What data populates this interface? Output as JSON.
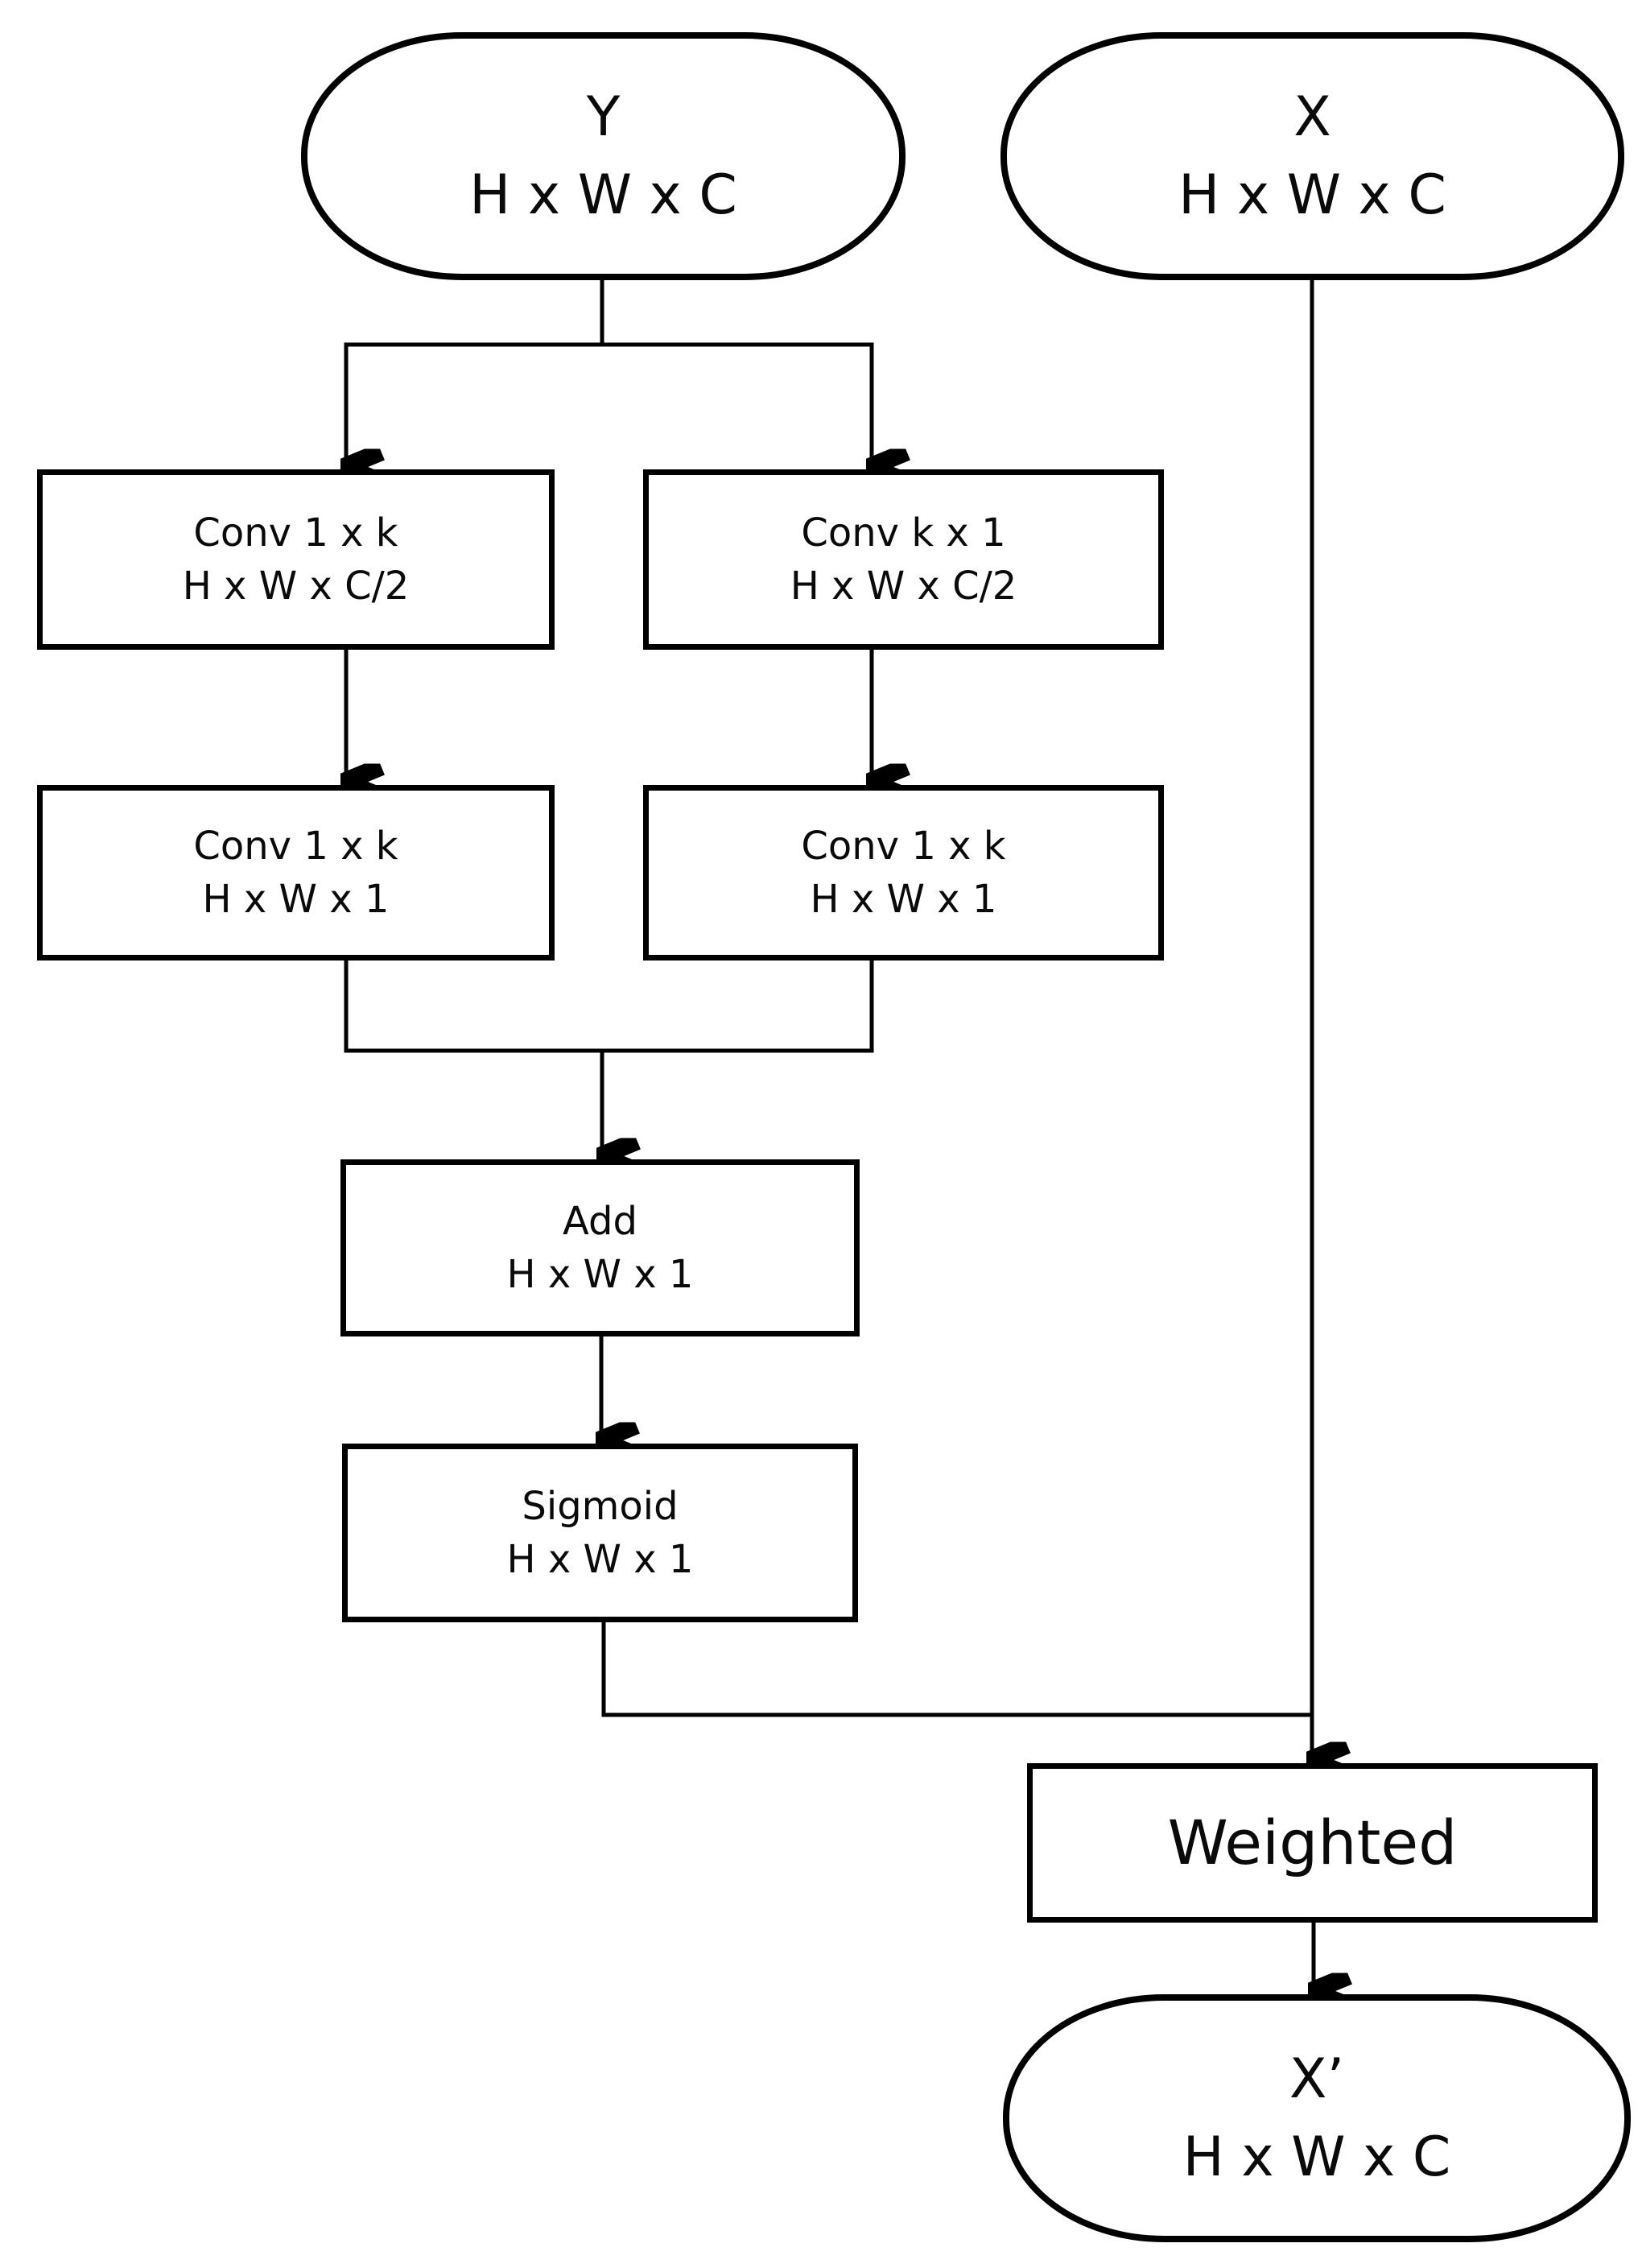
{
  "diagram": {
    "title": "Spatial attention module flowchart",
    "colors": {
      "background": "#ffffff",
      "line": "#000000",
      "text": "#0a0a0a"
    },
    "nodes": {
      "y_input": {
        "label": "Y",
        "dims": "H x W x C"
      },
      "x_input": {
        "label": "X",
        "dims": "H x W x C"
      },
      "conv_1xk_half": {
        "label": "Conv 1 x k",
        "dims": "H x W x C/2"
      },
      "conv_kx1_half": {
        "label": "Conv k x 1",
        "dims": "H x W x C/2"
      },
      "conv_1xk_one_l": {
        "label": "Conv 1 x k",
        "dims": "H x W x 1"
      },
      "conv_1xk_one_r": {
        "label": "Conv 1 x k",
        "dims": "H x W x 1"
      },
      "add": {
        "label": "Add",
        "dims": "H x W x 1"
      },
      "sigmoid": {
        "label": "Sigmoid",
        "dims": "H x W x 1"
      },
      "weighted": {
        "label": "Weighted"
      },
      "x_output": {
        "label": "X’",
        "dims": "H x W x C"
      }
    },
    "edges": [
      {
        "from": "y_input",
        "to": "conv_1xk_half"
      },
      {
        "from": "y_input",
        "to": "conv_kx1_half"
      },
      {
        "from": "conv_1xk_half",
        "to": "conv_1xk_one_l"
      },
      {
        "from": "conv_kx1_half",
        "to": "conv_1xk_one_r"
      },
      {
        "from": "conv_1xk_one_l",
        "to": "add"
      },
      {
        "from": "conv_1xk_one_r",
        "to": "add"
      },
      {
        "from": "add",
        "to": "sigmoid"
      },
      {
        "from": "sigmoid",
        "to": "weighted"
      },
      {
        "from": "x_input",
        "to": "weighted"
      },
      {
        "from": "weighted",
        "to": "x_output"
      }
    ]
  }
}
